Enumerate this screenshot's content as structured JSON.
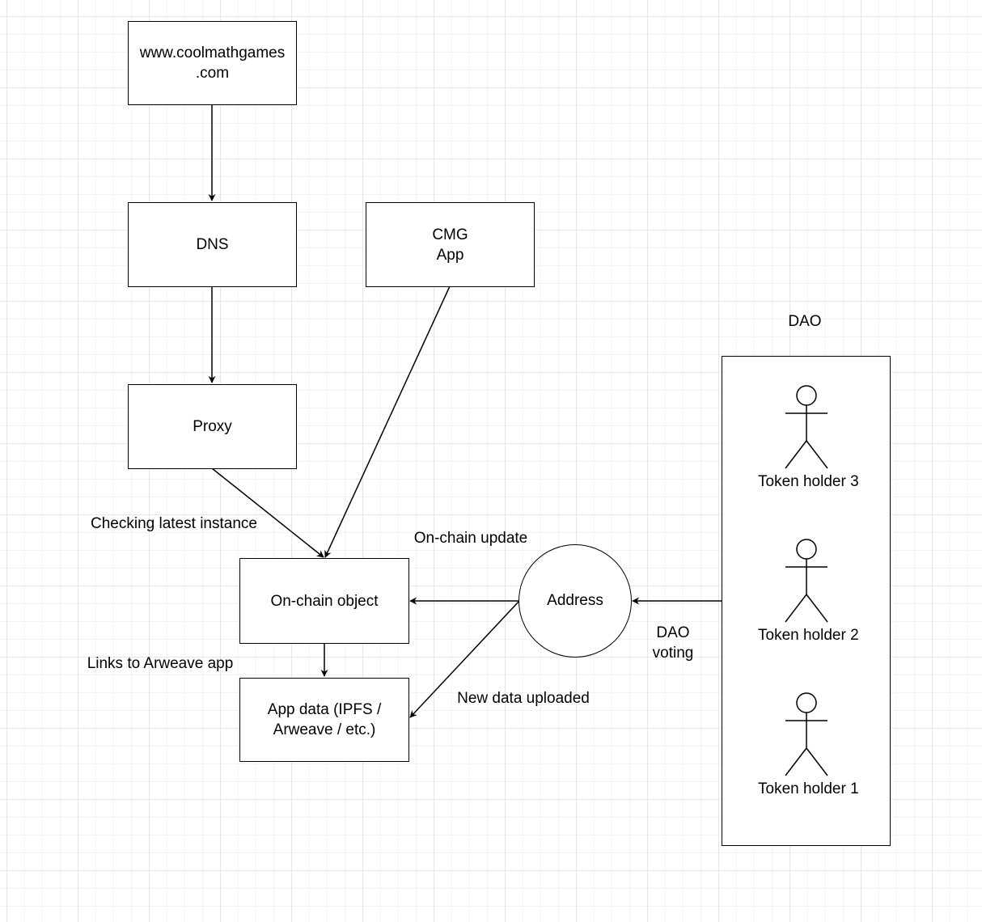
{
  "nodes": {
    "website": "www.coolmathgames\n.com",
    "dns": "DNS",
    "cmg_app": "CMG\nApp",
    "proxy": "Proxy",
    "onchain_object": "On-chain object",
    "app_data": "App data (IPFS /\nArweave / etc.)",
    "address": "Address"
  },
  "dao": {
    "title": "DAO",
    "members": [
      {
        "label": "Token holder 3"
      },
      {
        "label": "Token holder 2"
      },
      {
        "label": "Token holder 1"
      }
    ]
  },
  "edge_labels": {
    "checking_latest": "Checking latest instance",
    "onchain_update": "On-chain update",
    "links_to_arweave": "Links to Arweave app",
    "new_data_uploaded": "New data uploaded",
    "dao_voting": "DAO\nvoting"
  }
}
